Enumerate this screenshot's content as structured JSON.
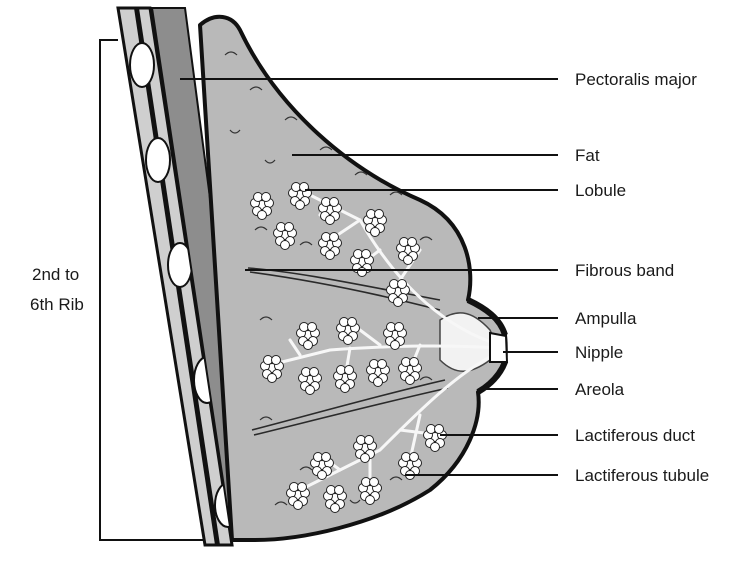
{
  "diagram": {
    "rib_label_line1": "2nd to",
    "rib_label_line2": "6th Rib",
    "labels": {
      "pectoralis_major": "Pectoralis major",
      "fat": "Fat",
      "lobule": "Lobule",
      "fibrous_band": "Fibrous band",
      "ampulla": "Ampulla",
      "nipple": "Nipple",
      "areola": "Areola",
      "lactiferous_duct": "Lactiferous duct",
      "lactiferous_tubule": "Lactiferous tubule"
    }
  }
}
